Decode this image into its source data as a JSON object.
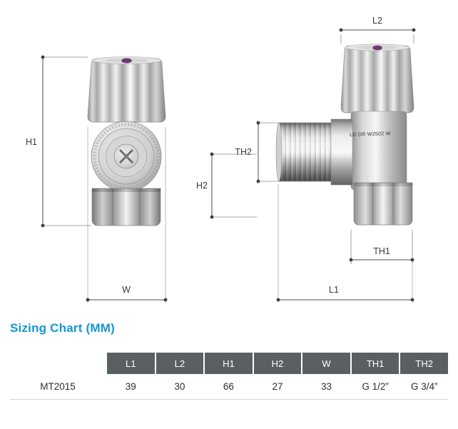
{
  "title": "Sizing Chart (MM)",
  "diagram": {
    "labels": {
      "h1": "H1",
      "w": "W",
      "l2": "L2",
      "th2": "TH2",
      "h2": "H2",
      "th1": "TH1",
      "l1": "L1"
    },
    "engraving": "LD DR W2502 W"
  },
  "table": {
    "model_header": "",
    "columns": [
      "L1",
      "L2",
      "H1",
      "H2",
      "W",
      "TH1",
      "TH2"
    ],
    "row": {
      "model": "MT2015",
      "values": [
        "39",
        "30",
        "66",
        "27",
        "33",
        "G 1/2”",
        "G 3/4”"
      ]
    }
  },
  "colors": {
    "accent_blue": "#1496d2",
    "table_header_gray": "#5a6062",
    "knob_dot_purple": "#6f3a72",
    "dimension_line": "#4d4d4d"
  }
}
